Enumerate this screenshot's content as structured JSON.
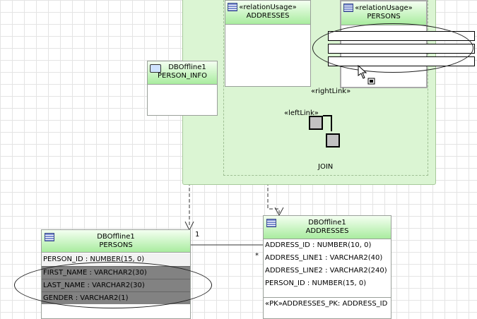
{
  "view": {
    "addresses_usage": {
      "stereotype": "«relationUsage»",
      "name": "ADDRESSES"
    },
    "persons_usage": {
      "stereotype": "«relationUsage»",
      "name": "PERSONS"
    },
    "right_link": "«rightLink»",
    "left_link": "«leftLink»",
    "join": "JOIN"
  },
  "person_info": {
    "schema": "DBOffline1",
    "name": "PERSON_INFO"
  },
  "persons_table": {
    "schema": "DBOffline1",
    "name": "PERSONS",
    "columns": [
      "PERSON_ID : NUMBER(15, 0)",
      "FIRST_NAME : VARCHAR2(30)",
      "LAST_NAME : VARCHAR2(30)",
      "GENDER : VARCHAR2(1)"
    ]
  },
  "addresses_table": {
    "schema": "DBOffline1",
    "name": "ADDRESSES",
    "columns": [
      "ADDRESS_ID : NUMBER(10, 0)",
      "ADDRESS_LINE1 : VARCHAR2(40)",
      "ADDRESS_LINE2 : VARCHAR2(240)",
      "PERSON_ID : NUMBER(15, 0)"
    ],
    "key": "«PK»ADDRESSES_PK: ADDRESS_ID"
  },
  "multiplicity": {
    "one": "1",
    "many": "*"
  }
}
